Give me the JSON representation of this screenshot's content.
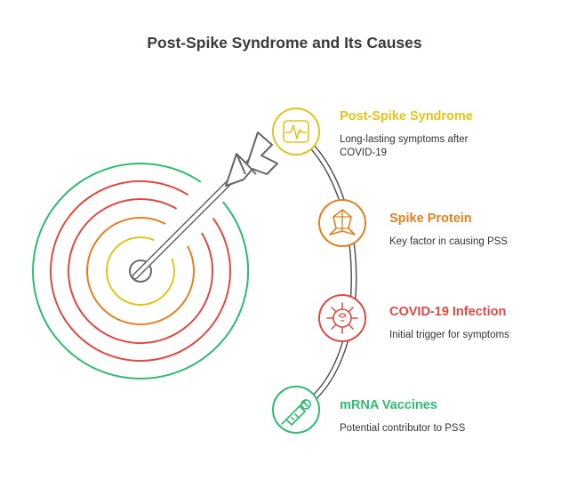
{
  "title": "Post-Spike Syndrome and Its Causes",
  "colors": {
    "yellow": "#E1C51B",
    "orange": "#E3801F",
    "red": "#E04A43",
    "green": "#2EBD6E",
    "gray": "#6b6b6b"
  },
  "items": [
    {
      "title": "Post-Spike Syndrome",
      "description": "Long-lasting symptoms after COVID-19",
      "color": "#E1C51B",
      "icon": "heartbeat-icon"
    },
    {
      "title": "Spike Protein",
      "description": "Key factor in causing PSS",
      "color": "#E3801F",
      "icon": "protein-icon"
    },
    {
      "title": "COVID-19 Infection",
      "description": "Initial trigger for symptoms",
      "color": "#E04A43",
      "icon": "virus-icon"
    },
    {
      "title": "mRNA Vaccines",
      "description": "Potential contributor to PSS",
      "color": "#2EBD6E",
      "icon": "syringe-icon"
    }
  ]
}
